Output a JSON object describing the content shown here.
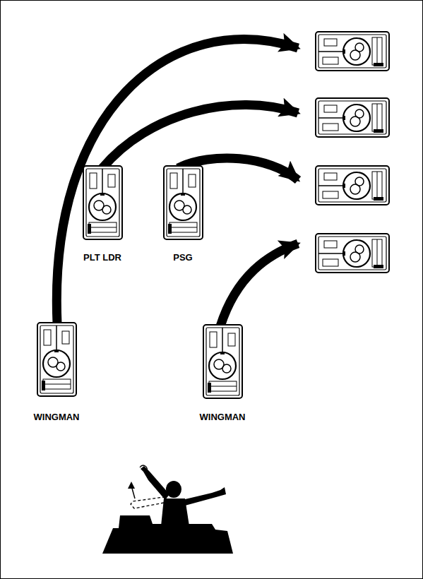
{
  "diagram": {
    "labels": [
      "PLT LDR",
      "PSG",
      "WINGMAN",
      "WINGMAN"
    ]
  }
}
